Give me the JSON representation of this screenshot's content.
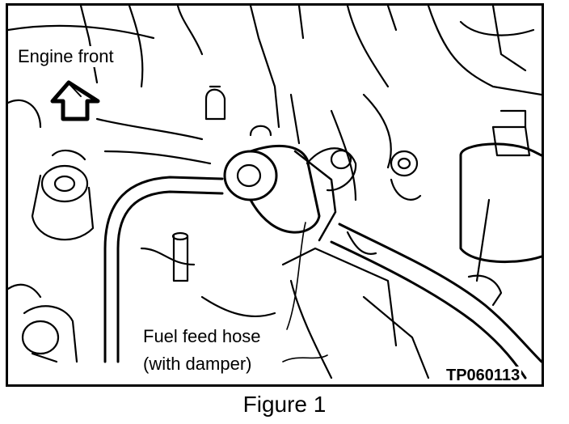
{
  "figure": {
    "label_engine_front": "Engine front",
    "label_hose_line1": "Fuel feed hose",
    "label_hose_line2": "(with damper)",
    "code": "TP060113",
    "caption": "Figure 1"
  },
  "colors": {
    "ink": "#000000",
    "paper": "#ffffff"
  },
  "icons": {
    "direction": "arrow-up-icon"
  }
}
